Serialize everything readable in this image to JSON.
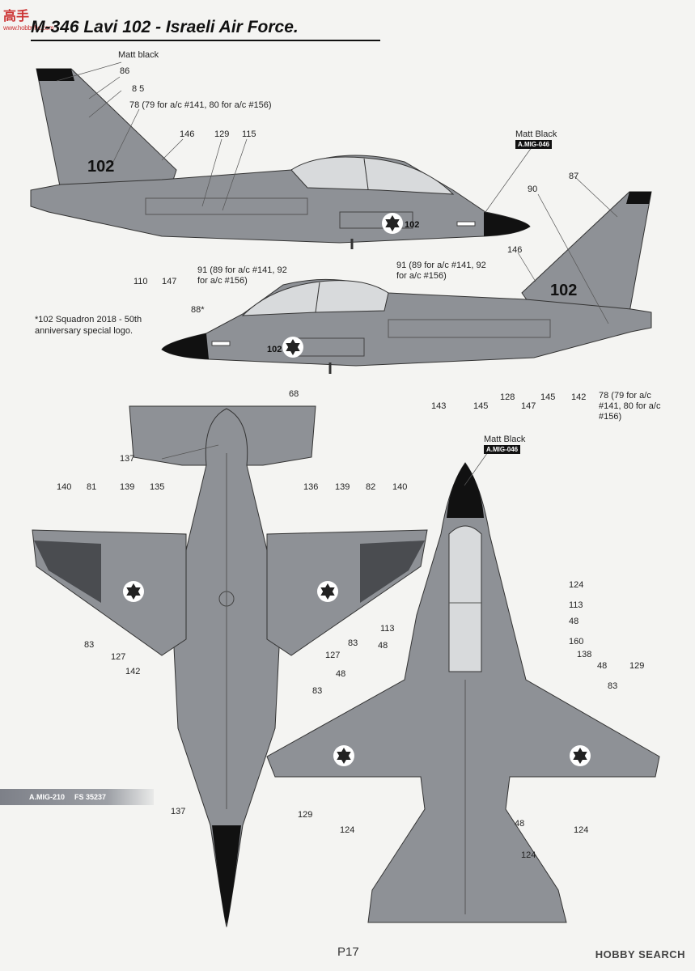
{
  "header": {
    "logo_text": "高手",
    "logo_url": "www.hobbyhc.com",
    "title": "M-346 Lavi 102 - Israeli Air Force."
  },
  "side_left": {
    "matt_black": "Matt black",
    "callouts": {
      "c86": "86",
      "c85": "8 5",
      "c78": "78 (79 for a/c #141, 80 for a/c #156)",
      "c146": "146",
      "c129": "129",
      "c115": "115",
      "c110": "110",
      "c147": "147"
    },
    "tail_code": "102",
    "nose_code": "102"
  },
  "side_right": {
    "matt_black": "Matt Black",
    "paint_code": "A.MIG-046",
    "callouts": {
      "c87": "87",
      "c90": "90",
      "c146": "146",
      "c91a": "91 (89 for a/c #141, 92 for a/c #156)",
      "c91b": "91 (89 for a/c #141, 92 for a/c #156)",
      "c88": "88*",
      "c68": "68",
      "c143": "143",
      "c145a": "145",
      "c128": "128",
      "c147": "147",
      "c145b": "145",
      "c142": "142",
      "c78": "78 (79 for a/c #141, 80 for a/c #156)"
    },
    "tail_code": "102",
    "nose_code": "102"
  },
  "note": "*102 Squadron 2018 - 50th anniversary special logo.",
  "underside": {
    "callouts": {
      "c137a": "137",
      "c140a": "140",
      "c81": "81",
      "c139a": "139",
      "c135": "135",
      "c136": "136",
      "c139b": "139",
      "c82": "82",
      "c140b": "140",
      "c83a": "83",
      "c127a": "127",
      "c142": "142",
      "c127b": "127",
      "c83b": "83",
      "c137b": "137"
    }
  },
  "top_view": {
    "matt_black": "Matt Black",
    "paint_code": "A.MIG-046",
    "callouts": {
      "c124a": "124",
      "c113a": "113",
      "c113b": "113",
      "c48a": "48",
      "c48b": "48",
      "c160": "160",
      "c138": "138",
      "c48c": "48",
      "c129a": "129",
      "c48d": "48",
      "c83a": "83",
      "c83b": "83",
      "c129b": "129",
      "c124b": "124",
      "c48e": "48",
      "c124c": "124",
      "c124d": "124"
    }
  },
  "swatch": {
    "code": "A.MIG-210",
    "fs": "FS 35237"
  },
  "footer": {
    "page": "P17",
    "watermark": "HOBBY SEARCH"
  },
  "colors": {
    "camo_grey": "#8e9196",
    "dark_grey": "#6e7176",
    "matt_black": "#111111",
    "canopy": "#d8dadc"
  }
}
